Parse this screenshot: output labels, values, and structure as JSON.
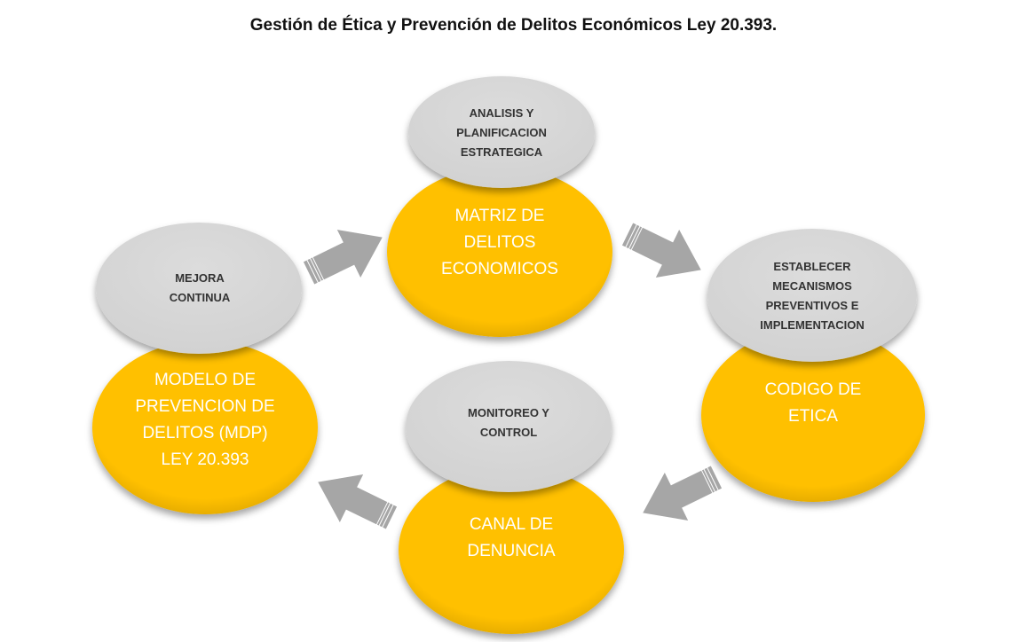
{
  "title": "Gestión de Ética y Prevención de Delitos Económicos Ley 20.393.",
  "colors": {
    "gold": "#FFC000",
    "gray": "#D9D9D9",
    "arrow": "#A6A6A6"
  },
  "nodes": {
    "matriz": {
      "top_label": "ANALISIS Y PLANIFICACION ESTRATEGICA",
      "main_label": "MATRIZ DE DELITOS ECONOMICOS"
    },
    "codigo": {
      "top_label": "ESTABLECER MECANISMOS PREVENTIVOS E IMPLEMENTACION",
      "main_label": "CODIGO DE ETICA"
    },
    "canal": {
      "top_label": "MONITOREO Y CONTROL",
      "main_label": "CANAL DE DENUNCIA"
    },
    "modelo": {
      "top_label": "MEJORA CONTINUA",
      "main_label": "MODELO DE PREVENCION DE DELITOS (MDP) LEY 20.393"
    }
  }
}
